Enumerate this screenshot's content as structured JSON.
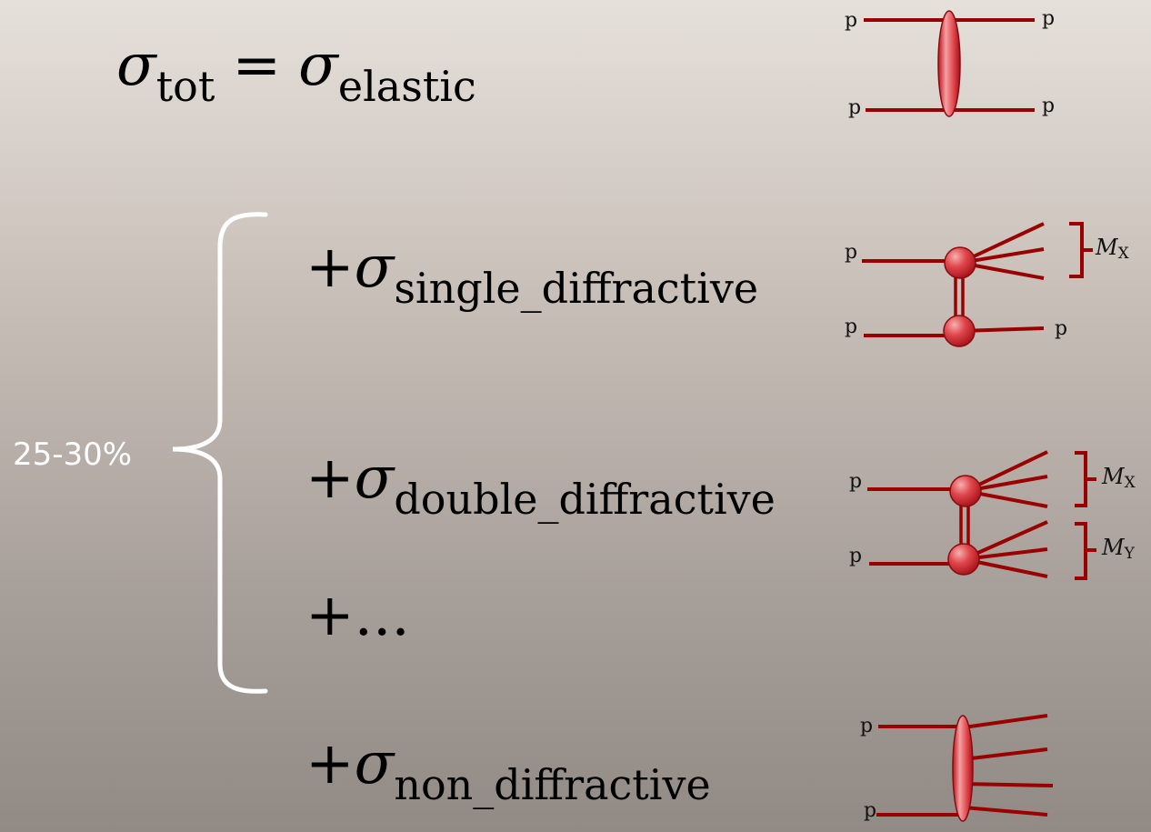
{
  "equation": {
    "lhs_symbol": "σ",
    "lhs_sub": "tot",
    "equals": "=",
    "elastic_symbol": "σ",
    "elastic_sub": "elastic",
    "sd_plus": "+",
    "sd_symbol": "σ",
    "sd_sub": "single_diffractive",
    "dd_plus": "+",
    "dd_symbol": "σ",
    "dd_sub": "double_diffractive",
    "more": "+...",
    "nd_plus": "+",
    "nd_symbol": "σ",
    "nd_sub": "non_diffractive"
  },
  "bracket_label": "25-30%",
  "diagram_labels": {
    "proton": "p",
    "mass_x_symbol": "M",
    "mass_x_sub": "X",
    "mass_y_symbol": "M",
    "mass_y_sub": "Y"
  },
  "colors": {
    "line": "#9b0000",
    "blob_light": "#f6b0b0",
    "blob_mid": "#e0474c",
    "blob_dark": "#a41018",
    "bracket": "#ffffff"
  }
}
